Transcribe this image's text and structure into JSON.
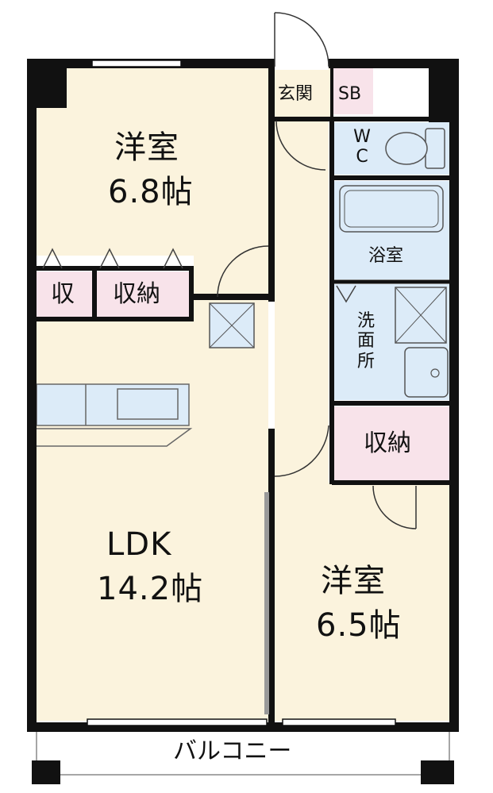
{
  "rooms": {
    "western_room_1": {
      "name": "洋室",
      "size": "6.8帖"
    },
    "ldk": {
      "name": "LDK",
      "size": "14.2帖"
    },
    "western_room_2": {
      "name": "洋室",
      "size": "6.5帖"
    },
    "storage_small": "収",
    "storage_1": "収納",
    "storage_2": "収納",
    "entrance": "玄関",
    "shoe_box": "SB",
    "toilet_w": "W",
    "toilet_c": "C",
    "bathroom": "浴室",
    "washroom_1": "洗",
    "washroom_2": "面",
    "washroom_3": "所",
    "balcony": "バルコニー"
  },
  "colors": {
    "room_floor": "#fbf3dd",
    "wet_area": "#dcebf8",
    "storage": "#f8e3ea",
    "wall": "#111111"
  }
}
